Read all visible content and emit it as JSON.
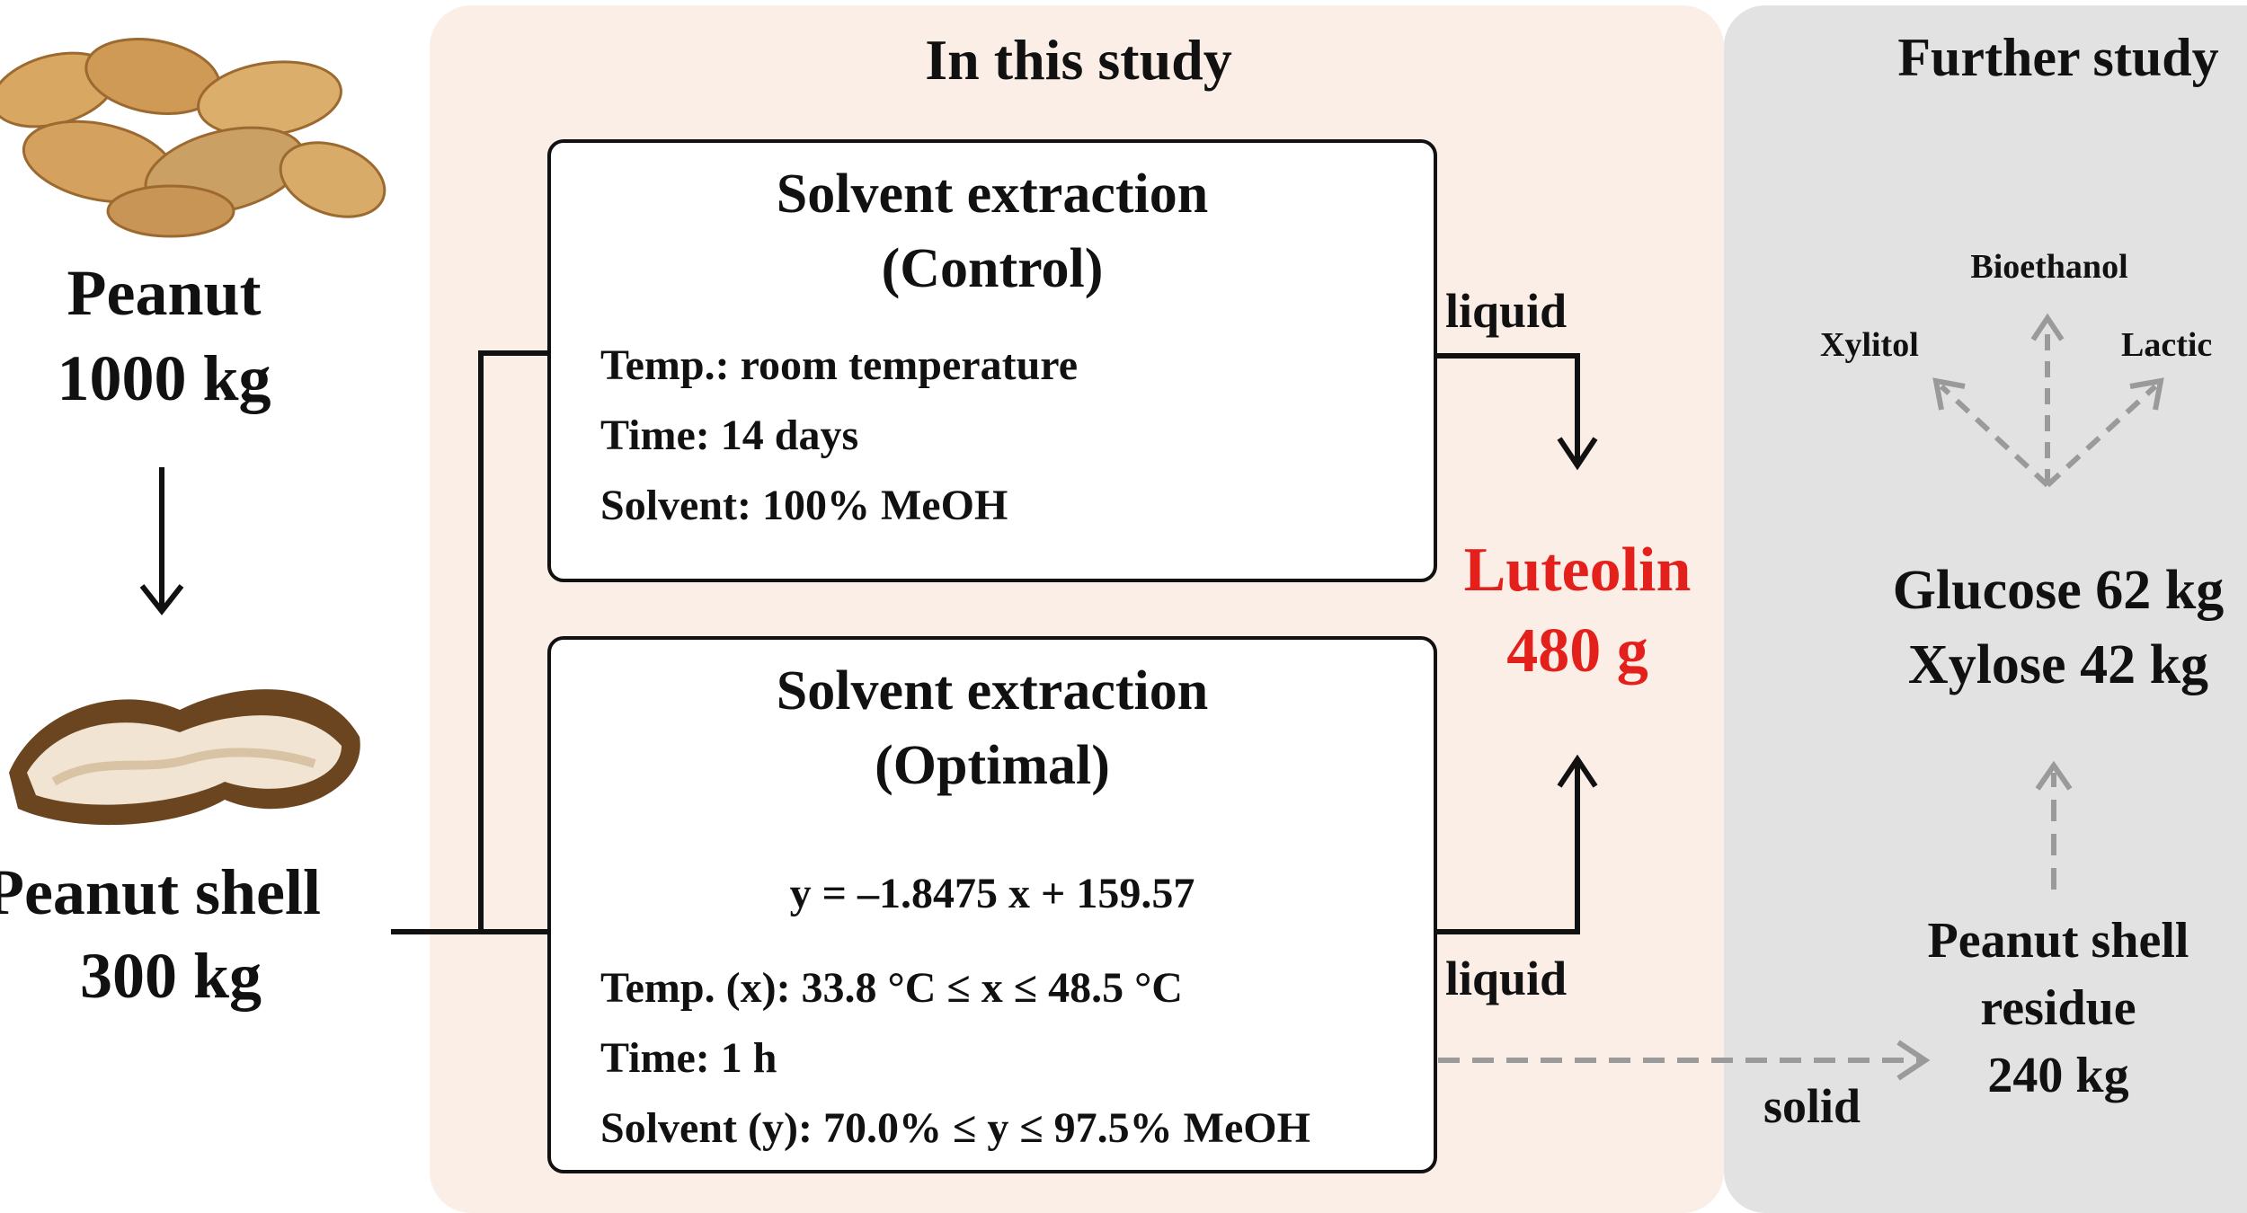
{
  "left": {
    "peanut_label": "Peanut",
    "peanut_amount": "1000 kg",
    "shell_label": "Peanut shell",
    "shell_amount": "300 kg"
  },
  "study_panel": {
    "title": "In this study",
    "control_box": {
      "title_line1": "Solvent extraction",
      "title_line2": "(Control)",
      "temp": "Temp.: room temperature",
      "time": "Time: 14 days",
      "solvent": "Solvent: 100% MeOH"
    },
    "optimal_box": {
      "title_line1": "Solvent extraction",
      "title_line2": "(Optimal)",
      "equation": "y = –1.8475 x + 159.57",
      "temp": "Temp. (x): 33.8 °C ≤ x ≤ 48.5 °C",
      "time": "Time: 1 h",
      "solvent": "Solvent (y): 70.0% ≤ y ≤ 97.5% MeOH"
    },
    "liquid_top": "liquid",
    "liquid_bottom": "liquid",
    "solid": "solid",
    "product_name": "Luteolin",
    "product_amount": "480 g"
  },
  "further_panel": {
    "title": "Further study",
    "bioethanol": "Bioethanol",
    "xylitol": "Xylitol",
    "lactic": "Lactic",
    "glucose": "Glucose 62 kg",
    "xylose": "Xylose 42 kg",
    "residue_line1": "Peanut shell",
    "residue_line2": "residue",
    "residue_amount": "240 kg"
  },
  "colors": {
    "study_bg": "#fbeee6",
    "further_bg": "#e2e2e2",
    "highlight_red": "#e3201b",
    "dashed_gray": "#9a9a9a"
  }
}
